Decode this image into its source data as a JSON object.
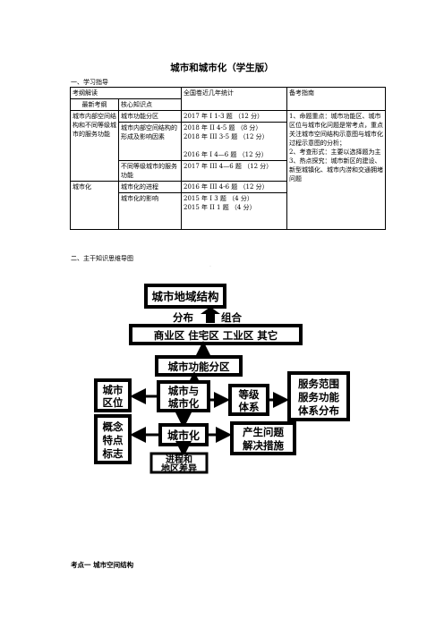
{
  "title": "城市和城市化（学生版）",
  "section1": "一、学习指导",
  "section2": "二、主干知识思维导图",
  "table": {
    "col_outline": "考纲解读",
    "col_stats": "全国卷近几年统计",
    "col_guide": "备考指南",
    "sub_latest": "最新考纲",
    "sub_core": "核心知识点",
    "topic1": "城市内部空间结构和不同等级城市的服务功能",
    "topic2": "城市化",
    "rows": [
      {
        "core": "城市功能分区",
        "stats": [
          "2017 年 I 1-3 题 （12 分）"
        ]
      },
      {
        "core": "城市内部空间结构的形成及影响因素",
        "stats": [
          "2018 年 II 4-5 题 （8 分）",
          "2018 年 III 3-5 题 （12 分）",
          "",
          "2016 年 I 4—6 题 （12 分）"
        ]
      },
      {
        "core": "不同等级城市的服务功能",
        "stats": [
          "2017 年 III 4—6 题 （12 分）"
        ]
      },
      {
        "core": "城市化的进程",
        "stats": [
          "2016 年 III 4-6 题 （12 分）"
        ]
      },
      {
        "core": "城市化的影响",
        "stats": [
          "2015 年 I 3 题 （4 分）",
          "2015 年 II 1 题 （4 分）"
        ]
      }
    ],
    "guide_items": [
      "1、命题重点：城市功能区、城市区位与城市化问题是常考点，重点关注城市空间结构示意图与城市化过程示意图的分析；",
      "2、考查形式：主要以选择题为主",
      "3、热点探究：城市新区的建设、新型城镇化、城市内涝和交通拥堵问题"
    ]
  },
  "mindmap": {
    "top": "城市地域结构",
    "distribution": "分布",
    "combination": "组合",
    "zones": "商业区  住宅区  工业区  其它",
    "functional": "城市功能分区",
    "location": [
      "城市",
      "区位"
    ],
    "center": [
      "城市与",
      "城市化"
    ],
    "hierarchy": [
      "等级",
      "体系"
    ],
    "service": [
      "服务范围",
      "服务功能",
      "体系分布"
    ],
    "concept": [
      "概念",
      "特点",
      "标志"
    ],
    "urbanization": "城市化",
    "problems": [
      "产生问题",
      "解决措施"
    ],
    "process": [
      "进程和",
      "地区差异"
    ]
  },
  "keypoint": "考点一  城市空间结构"
}
